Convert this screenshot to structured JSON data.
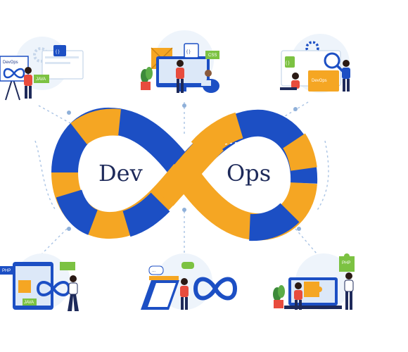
{
  "center": {
    "left_word": "Dev",
    "right_word": "Ops"
  },
  "scenes": {
    "top_left": {
      "sign_text": "DevOps",
      "badge_text": "JAVA"
    },
    "top_center": {
      "code_glyph": "{ }",
      "css_text": "CSS"
    },
    "top_right": {
      "folder_text": "DevOps",
      "code_glyph": "{ }"
    },
    "bottom_left": {
      "php_text": "PHP",
      "java_text": "JAVA"
    },
    "bottom_center": {
      "bubble_text": "..."
    },
    "bottom_right": {
      "php_text": "PHP"
    }
  },
  "colors": {
    "blue": "#1c4fc4",
    "orange": "#f5a623",
    "navy": "#1e2a5a",
    "green": "#7cc242",
    "connector": "#a9c3e4"
  },
  "icons": [
    "gear-icon",
    "code-braces-icon",
    "magnifier-icon",
    "puzzle-icon",
    "infinity-icon",
    "plant-icon",
    "calendar-icon",
    "easel-icon"
  ]
}
